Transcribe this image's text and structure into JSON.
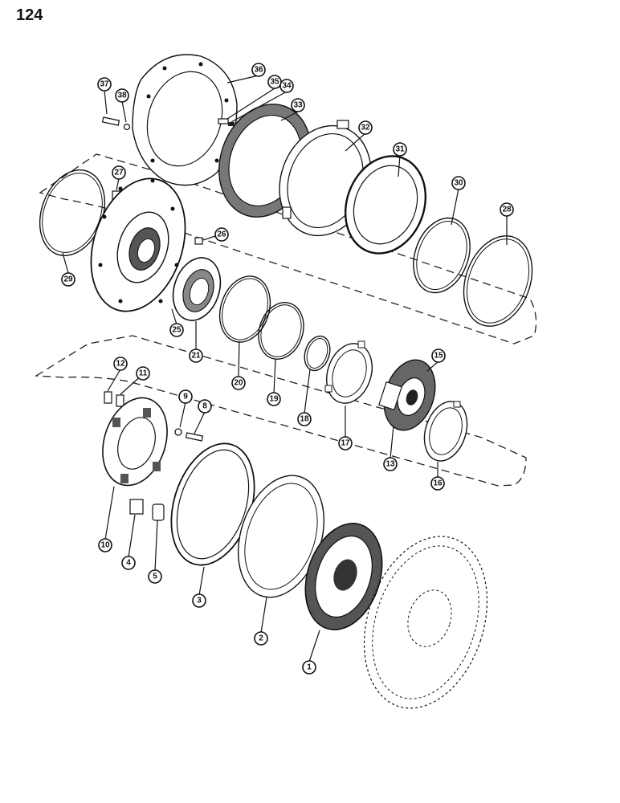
{
  "page": {
    "number": "124"
  },
  "callouts": {
    "c1": "1",
    "c2": "2",
    "c3": "3",
    "c4": "4",
    "c5": "5",
    "c8": "8",
    "c9": "9",
    "c10": "10",
    "c11": "11",
    "c12": "12",
    "c13": "13",
    "c15": "15",
    "c16": "16",
    "c17": "17",
    "c18": "18",
    "c19": "19",
    "c20": "20",
    "c21": "21",
    "c25": "25",
    "c26": "26",
    "c27": "27",
    "c28": "28",
    "c29": "29",
    "c30": "30",
    "c31": "31",
    "c32": "32",
    "c33": "33",
    "c34": "34",
    "c35": "35",
    "c36": "36",
    "c37": "37",
    "c38": "38"
  },
  "colors": {
    "ink": "#111111",
    "paper": "#ffffff"
  }
}
